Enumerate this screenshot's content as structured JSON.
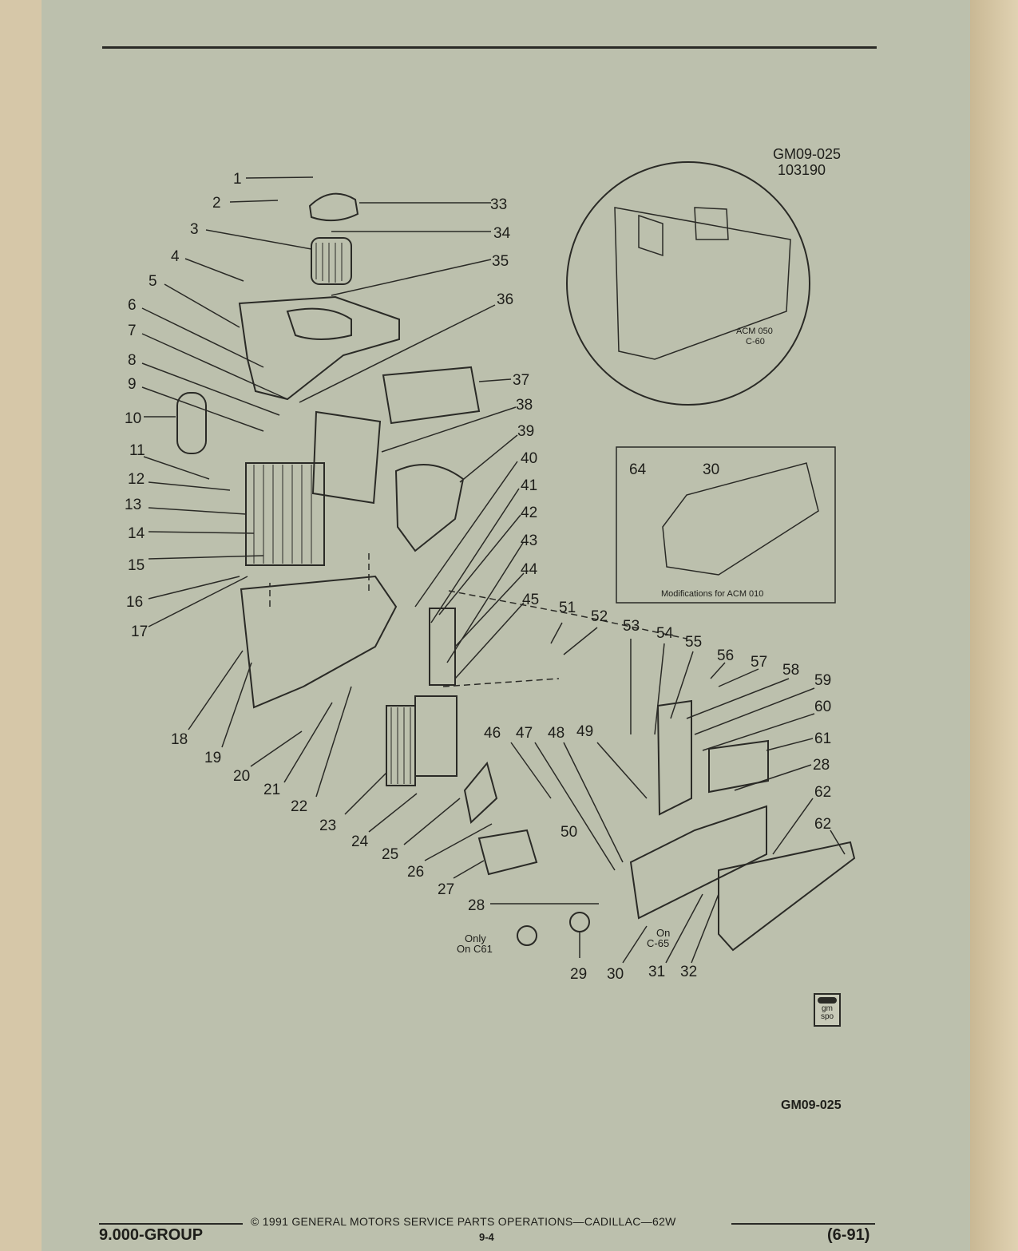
{
  "header": {
    "figure_id": "GM09-025",
    "figure_number": "103190"
  },
  "callouts": [
    {
      "n": "1"
    },
    {
      "n": "2"
    },
    {
      "n": "3"
    },
    {
      "n": "4"
    },
    {
      "n": "5"
    },
    {
      "n": "6"
    },
    {
      "n": "7"
    },
    {
      "n": "8"
    },
    {
      "n": "9"
    },
    {
      "n": "10"
    },
    {
      "n": "11"
    },
    {
      "n": "12"
    },
    {
      "n": "13"
    },
    {
      "n": "14"
    },
    {
      "n": "15"
    },
    {
      "n": "16"
    },
    {
      "n": "17"
    },
    {
      "n": "18"
    },
    {
      "n": "19"
    },
    {
      "n": "20"
    },
    {
      "n": "21"
    },
    {
      "n": "22"
    },
    {
      "n": "23"
    },
    {
      "n": "24"
    },
    {
      "n": "25"
    },
    {
      "n": "26"
    },
    {
      "n": "27"
    },
    {
      "n": "28"
    },
    {
      "n": "29"
    },
    {
      "n": "30"
    },
    {
      "n": "31"
    },
    {
      "n": "32"
    },
    {
      "n": "33"
    },
    {
      "n": "34"
    },
    {
      "n": "35"
    },
    {
      "n": "36"
    },
    {
      "n": "37"
    },
    {
      "n": "38"
    },
    {
      "n": "39"
    },
    {
      "n": "40"
    },
    {
      "n": "41"
    },
    {
      "n": "42"
    },
    {
      "n": "43"
    },
    {
      "n": "44"
    },
    {
      "n": "45"
    },
    {
      "n": "46"
    },
    {
      "n": "47"
    },
    {
      "n": "48"
    },
    {
      "n": "49"
    },
    {
      "n": "50"
    },
    {
      "n": "51"
    },
    {
      "n": "52"
    },
    {
      "n": "53"
    },
    {
      "n": "54"
    },
    {
      "n": "55"
    },
    {
      "n": "56"
    },
    {
      "n": "57"
    },
    {
      "n": "58"
    },
    {
      "n": "59"
    },
    {
      "n": "60"
    },
    {
      "n": "61"
    },
    {
      "n": "28"
    },
    {
      "n": "62"
    },
    {
      "n": "62"
    }
  ],
  "inset_circle": {
    "label_acm": "ACM 050",
    "label_model": "C-60"
  },
  "inset_box": {
    "callout_a": "64",
    "callout_b": "30",
    "caption": "Modifications for ACM 010"
  },
  "notes": {
    "only_line1": "Only",
    "only_line2": "On C61",
    "on_line1": "On",
    "on_line2": "C-65"
  },
  "figure_code_bottom": "GM09-025",
  "logo": {
    "line1": "gm",
    "line2": "spo"
  },
  "footer": {
    "group": "9.000-GROUP",
    "copyright": "© 1991  GENERAL MOTORS SERVICE PARTS OPERATIONS—CADILLAC—62W",
    "page": "9-4",
    "date": "(6-91)"
  }
}
